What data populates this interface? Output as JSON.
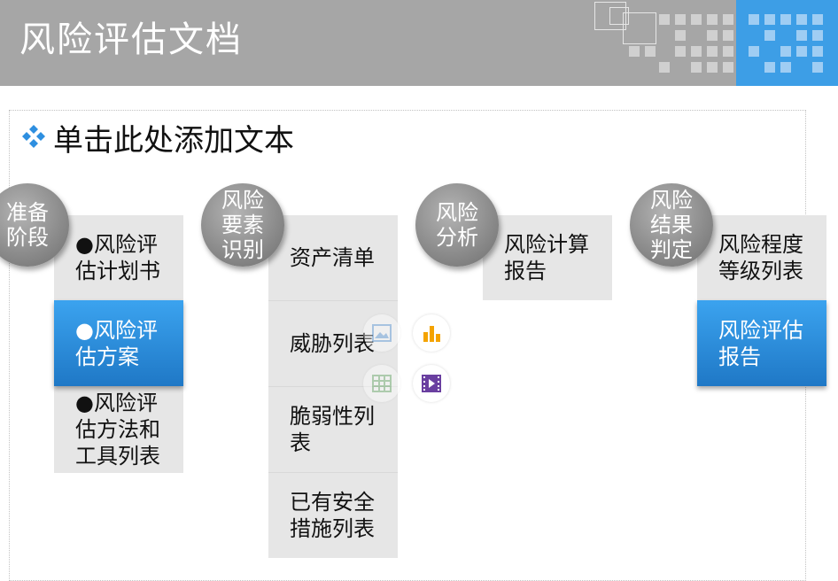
{
  "header": {
    "title": "风险评估文档"
  },
  "content": {
    "bullet_text": "单击此处添加文本"
  },
  "stages": [
    {
      "label": "准备\n阶段",
      "items": [
        "●风险评\n估计划书",
        "●风险评\n估方案",
        "●风险评\n估方法和\n工具列表"
      ]
    },
    {
      "label": "风险\n要素\n识别",
      "items": [
        "资产清单",
        "威胁列表",
        "脆弱性列\n表",
        "已有安全\n措施列表"
      ]
    },
    {
      "label": "风险\n分析",
      "items": [
        "风险计算\n报告"
      ]
    },
    {
      "label": "风险\n结果\n判定",
      "items": [
        "风险程度\n等级列表",
        "风险评估\n报告"
      ]
    }
  ],
  "placeholder_icons": [
    "picture-icon",
    "chart-icon",
    "table-icon",
    "video-icon"
  ],
  "colors": {
    "header_gray": "#a6a6a6",
    "accent_blue": "#3d9ee6",
    "box_gray": "#e6e6e6",
    "highlight_blue": "#2a8ad9"
  }
}
